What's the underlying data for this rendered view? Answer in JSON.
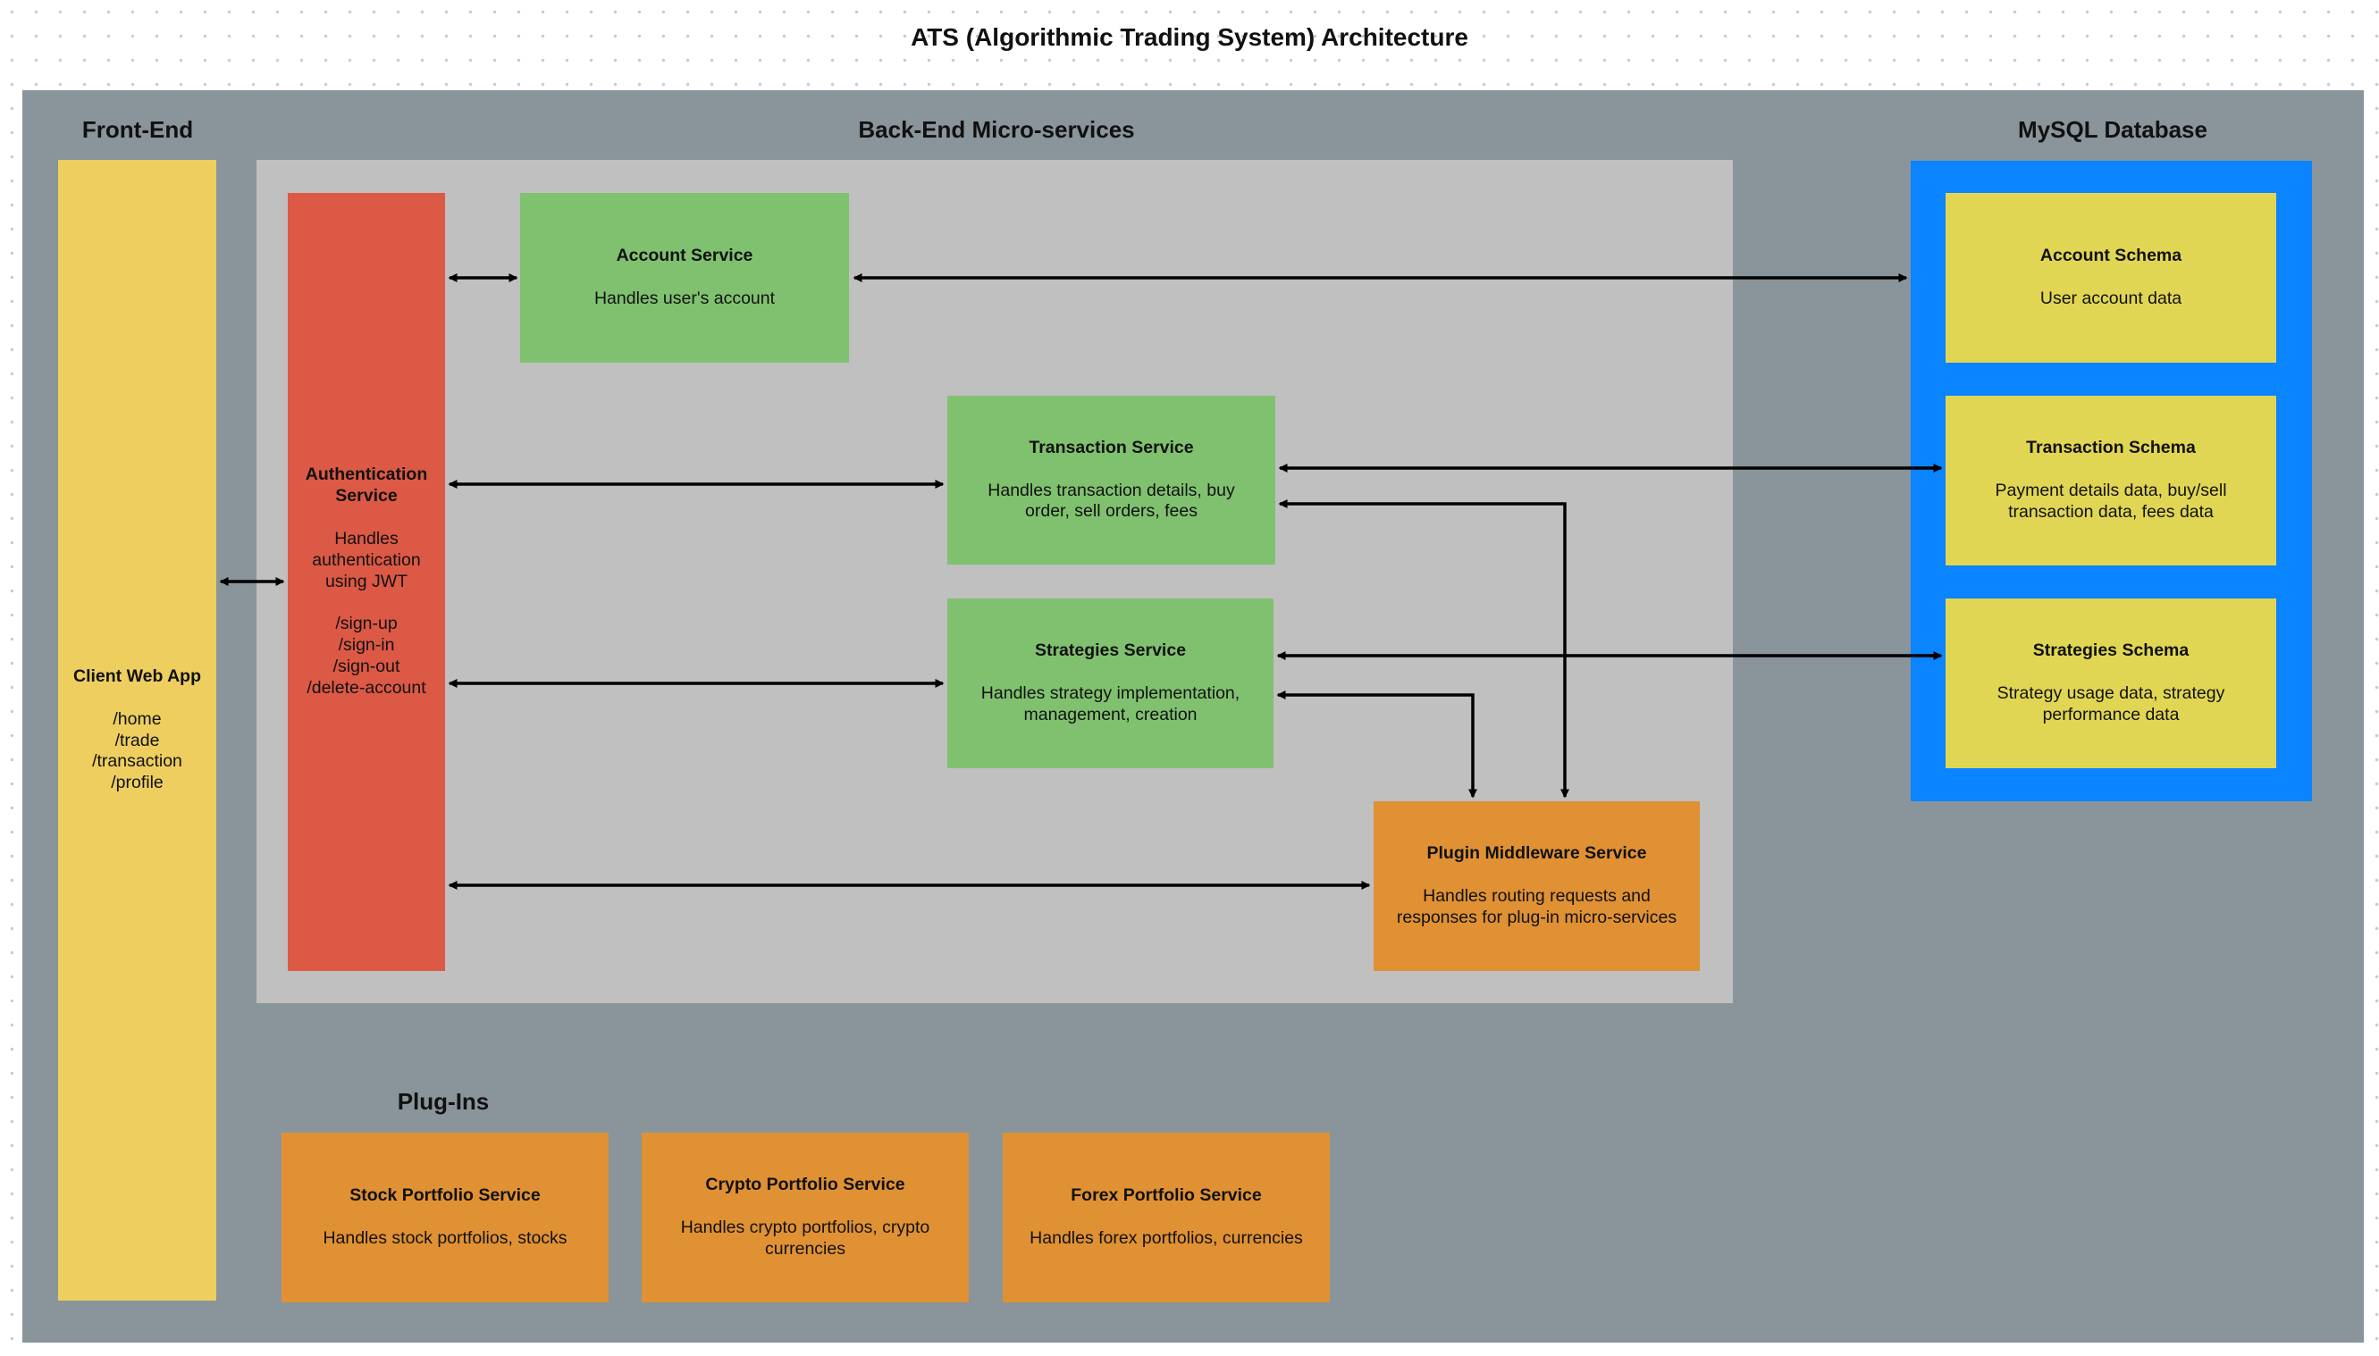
{
  "title": "ATS (Algorithmic Trading System) Architecture",
  "colors": {
    "panel": "#8A949B",
    "backend_area": "#C0C0C0",
    "frontend": "#EDCE5F",
    "auth": "#DB5945",
    "service_green": "#80C16F",
    "orange": "#E09133",
    "db_border": "#0A84FF",
    "schema": "#E1D653"
  },
  "sections": {
    "frontend": "Front-End",
    "backend": "Back-End Micro-services",
    "database": "MySQL Database",
    "plugins": "Plug-Ins"
  },
  "frontend": {
    "title": "Client Web App",
    "routes": "/home\n/trade\n/transaction\n/profile"
  },
  "auth": {
    "title": "Authentication\nService",
    "desc": "Handles\nauthentication\nusing JWT",
    "routes": "/sign-up\n/sign-in\n/sign-out\n/delete-account"
  },
  "services": {
    "account": {
      "title": "Account Service",
      "desc": "Handles user's account"
    },
    "transaction": {
      "title": "Transaction Service",
      "desc": "Handles transaction details, buy\norder, sell orders, fees"
    },
    "strategies": {
      "title": "Strategies Service",
      "desc": "Handles strategy implementation,\nmanagement, creation"
    },
    "plugin_middleware": {
      "title": "Plugin Middleware Service",
      "desc": "Handles routing requests and\nresponses for plug-in micro-services"
    }
  },
  "schemas": {
    "account": {
      "title": "Account Schema",
      "desc": "User account data"
    },
    "transaction": {
      "title": "Transaction Schema",
      "desc": "Payment details data, buy/sell\ntransaction data, fees data"
    },
    "strategies": {
      "title": "Strategies Schema",
      "desc": "Strategy usage data, strategy\nperformance data"
    }
  },
  "plugins": [
    {
      "title": "Stock Portfolio Service",
      "desc": "Handles stock portfolios, stocks"
    },
    {
      "title": "Crypto Portfolio Service",
      "desc": "Handles crypto portfolios, crypto\ncurrencies"
    },
    {
      "title": "Forex Portfolio Service",
      "desc": "Handles forex portfolios, currencies"
    }
  ]
}
